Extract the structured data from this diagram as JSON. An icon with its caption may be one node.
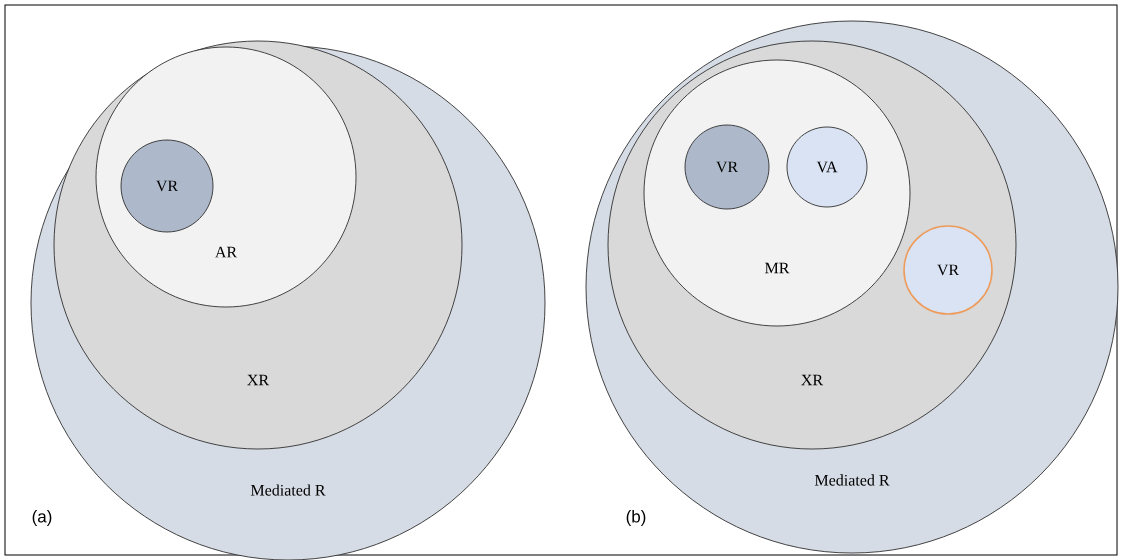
{
  "diagram": {
    "nodes": [
      {
        "text": [
          "Mediated R"
        ]
      },
      {
        "text": [
          "XR"
        ],
        "in": 0
      },
      {
        "text": [
          "AR"
        ],
        "in": 1
      },
      {
        "text": [
          "VR"
        ],
        "in": 2
      },
      {
        "text": [
          "Mediated R"
        ]
      },
      {
        "text": [
          "XR"
        ],
        "in": 4
      },
      {
        "text": [
          "MR"
        ],
        "in": 5
      },
      {
        "text": [
          "VR"
        ],
        "in": 6
      },
      {
        "text": [
          "VA"
        ],
        "in": 6
      },
      {
        "text": [
          "VR"
        ],
        "in": 5
      }
    ],
    "labels": [
      "(a)",
      "(b)"
    ]
  }
}
